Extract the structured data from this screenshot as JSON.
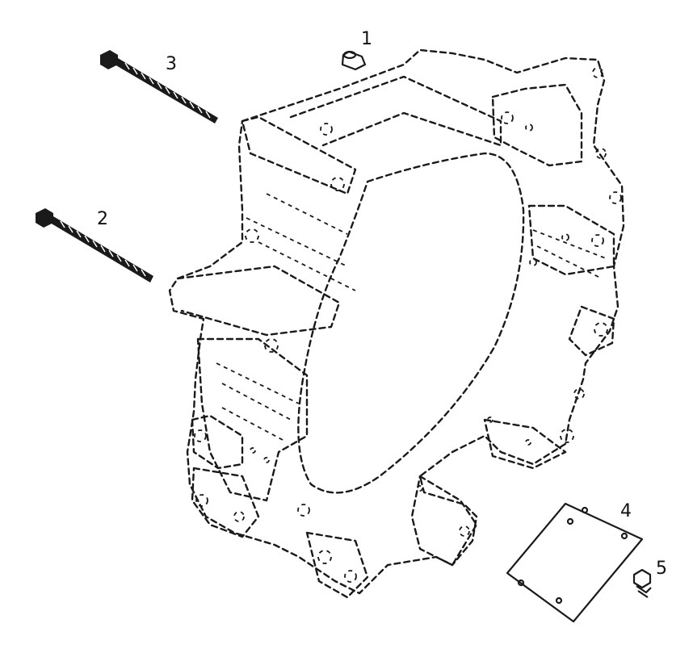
{
  "callouts": [
    {
      "id": "1",
      "label": "1"
    },
    {
      "id": "2",
      "label": "2"
    },
    {
      "id": "3",
      "label": "3"
    },
    {
      "id": "4",
      "label": "4"
    },
    {
      "id": "5",
      "label": "5"
    }
  ],
  "colors": {
    "ink": "#1a1a1a",
    "background": "#ffffff"
  }
}
